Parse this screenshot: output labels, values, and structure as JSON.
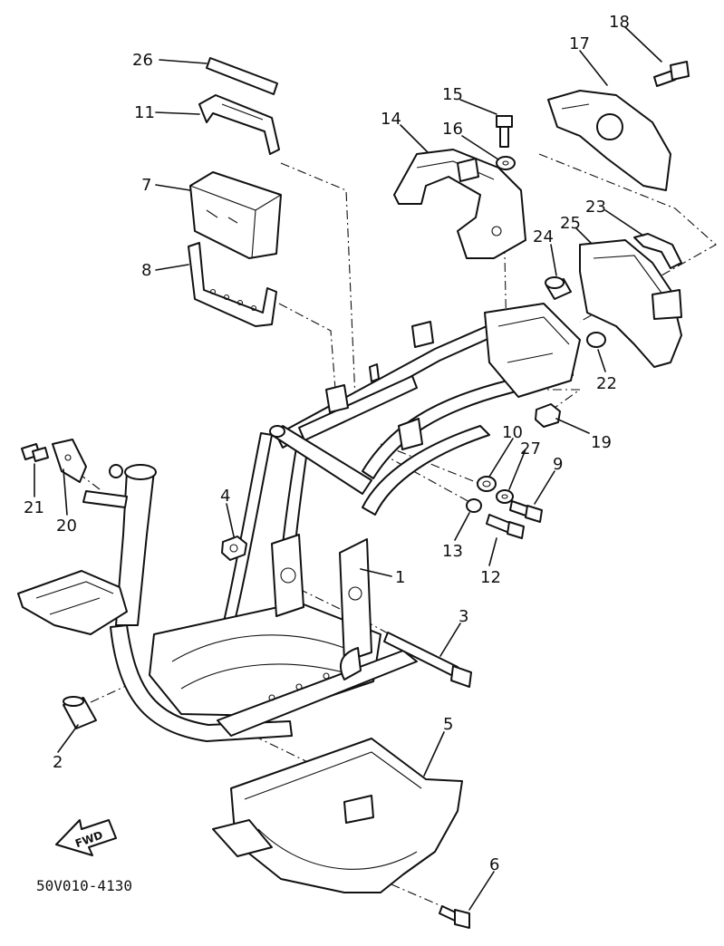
{
  "diagram": {
    "code": "50V010-4130",
    "direction_label": "FWD",
    "callouts": {
      "p1": "1",
      "p2": "2",
      "p3": "3",
      "p4": "4",
      "p5": "5",
      "p6": "6",
      "p7": "7",
      "p8": "8",
      "p9": "9",
      "p10": "10",
      "p11": "11",
      "p12": "12",
      "p13": "13",
      "p14": "14",
      "p15": "15",
      "p16": "16",
      "p17": "17",
      "p18": "18",
      "p19": "19",
      "p20": "20",
      "p21": "21",
      "p22": "22",
      "p23": "23",
      "p24": "24",
      "p25": "25",
      "p26": "26",
      "p27": "27"
    }
  }
}
